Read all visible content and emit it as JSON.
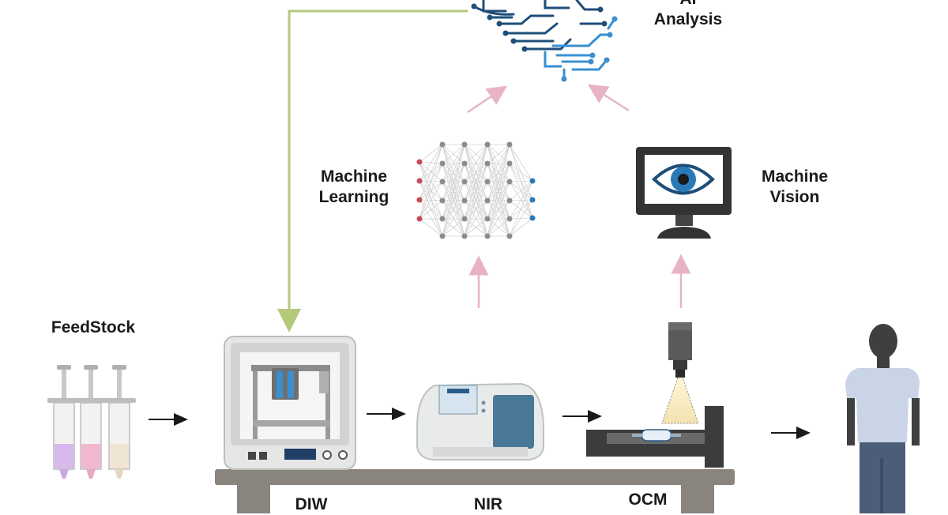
{
  "labels": {
    "ai_line1": "AI",
    "ai_line2": "Analysis",
    "ml_line1": "Machine",
    "ml_line2": "Learning",
    "mv_line1": "Machine",
    "mv_line2": "Vision",
    "feedstock": "FeedStock",
    "diw": "DIW",
    "nir": "NIR",
    "ocm": "OCM"
  },
  "icons": [
    "brain-circuit-icon",
    "neural-network-icon",
    "monitor-eye-icon",
    "syringes-icon",
    "3d-printer-icon",
    "spectrometer-icon",
    "ocm-camera-icon",
    "person-icon"
  ],
  "colors": {
    "feedback_line": "#b5c97a",
    "up_arrow": "#e8b4c4",
    "process_arrow": "#1a1a1a",
    "brain_dark": "#1f4e79",
    "brain_light": "#3a8fd0",
    "nn_input": "#c8485a",
    "nn_output": "#2a7ab8"
  }
}
